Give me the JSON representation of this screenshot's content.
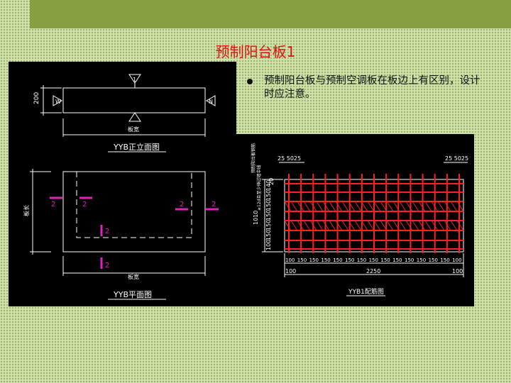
{
  "slide": {
    "title": "预制阳台板1",
    "bullet": "预制阳台板与预制空调板在板边上有区别，设计时应注意。"
  },
  "left_drawing": {
    "elevation_caption": "YYB正立面图",
    "plan_caption": "YYB平面图",
    "dim_200": "200",
    "width_label": "板宽",
    "length_label": "板长",
    "section_1": "1",
    "section_2": "2",
    "mark_W": "W",
    "mark_N": "N"
  },
  "right_drawing": {
    "caption": "YYB1配筋图",
    "top_left_dims": "25 5025",
    "top_right_dims": "25 5025",
    "vertical_note_1": "预制阳台板钢筋",
    "vertical_note_2": "≥12d且至少伸过墙中线",
    "dim_20": "20",
    "dim_1010": "1010",
    "vertical_dims": [
      "100",
      "150",
      "150",
      "150",
      "150",
      "150",
      "140"
    ],
    "bottom_dims": [
      "100",
      "150",
      "150",
      "150",
      "150",
      "150",
      "150",
      "150",
      "150",
      "150",
      "150",
      "150",
      "150",
      "150",
      "100"
    ],
    "total_2250": "2250",
    "end_left": "100",
    "end_right": "100"
  },
  "colors": {
    "title_red": "#e01010",
    "top_bar": "#86a03f",
    "cad_bg": "#000000",
    "cad_line": "#ffffff",
    "rebar_red": "#ff2020",
    "section_magenta": "#e020c0"
  }
}
